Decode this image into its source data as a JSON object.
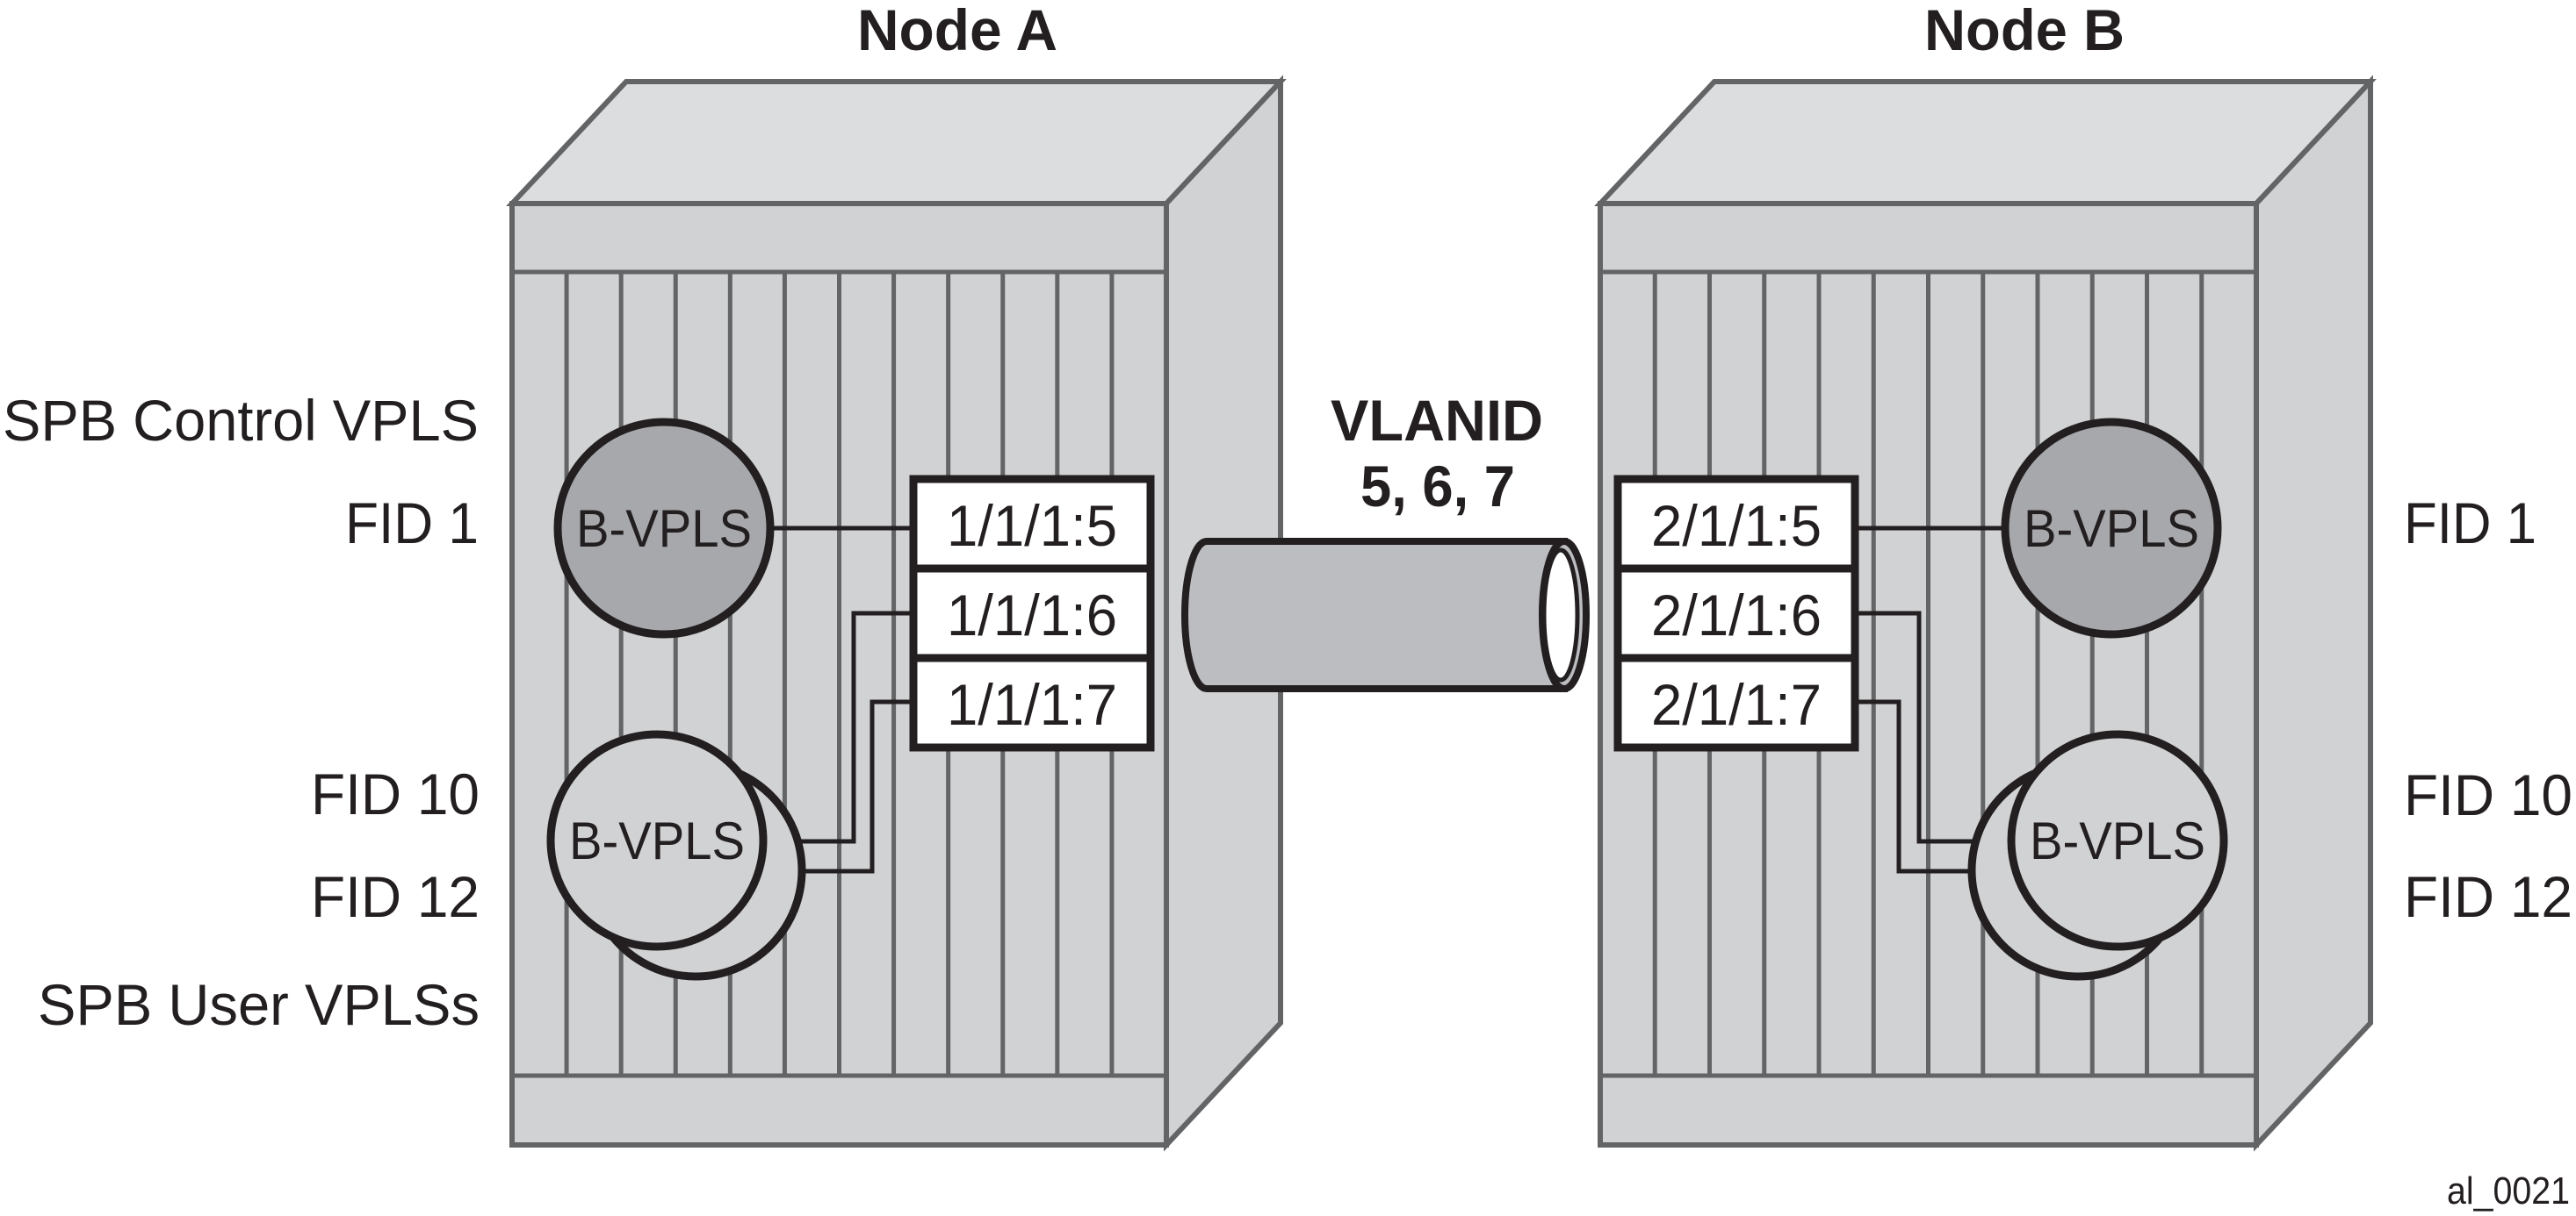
{
  "diagram": {
    "nodes": [
      {
        "id": "node-a",
        "title": "Node A",
        "ports": [
          "1/1/1:5",
          "1/1/1:6",
          "1/1/1:7"
        ],
        "control_vpls": {
          "label": "B-VPLS",
          "fid": "FID 1"
        },
        "user_vpls": {
          "label": "B-VPLS",
          "fids": [
            "FID 10",
            "FID 12"
          ]
        }
      },
      {
        "id": "node-b",
        "title": "Node B",
        "ports": [
          "2/1/1:5",
          "2/1/1:6",
          "2/1/1:7"
        ],
        "control_vpls": {
          "label": "B-VPLS",
          "fid": "FID 1"
        },
        "user_vpls": {
          "label": "B-VPLS",
          "fids": [
            "FID 10",
            "FID 12"
          ]
        }
      }
    ],
    "link": {
      "title": "VLANID",
      "vlans": "5, 6, 7"
    },
    "left_labels": {
      "control": "SPB Control VPLS",
      "user": "SPB User VPLSs"
    },
    "figure_id": "al_0021",
    "colors": {
      "chassis_front": "#d1d2d4",
      "chassis_top": "#dcdddf",
      "chassis_outline": "#636466",
      "control_vpls_fill": "#a7a8ab",
      "user_vpls_fill": "#d1d2d4",
      "link_fill": "#bcbdc0",
      "ink": "#231f20"
    }
  }
}
